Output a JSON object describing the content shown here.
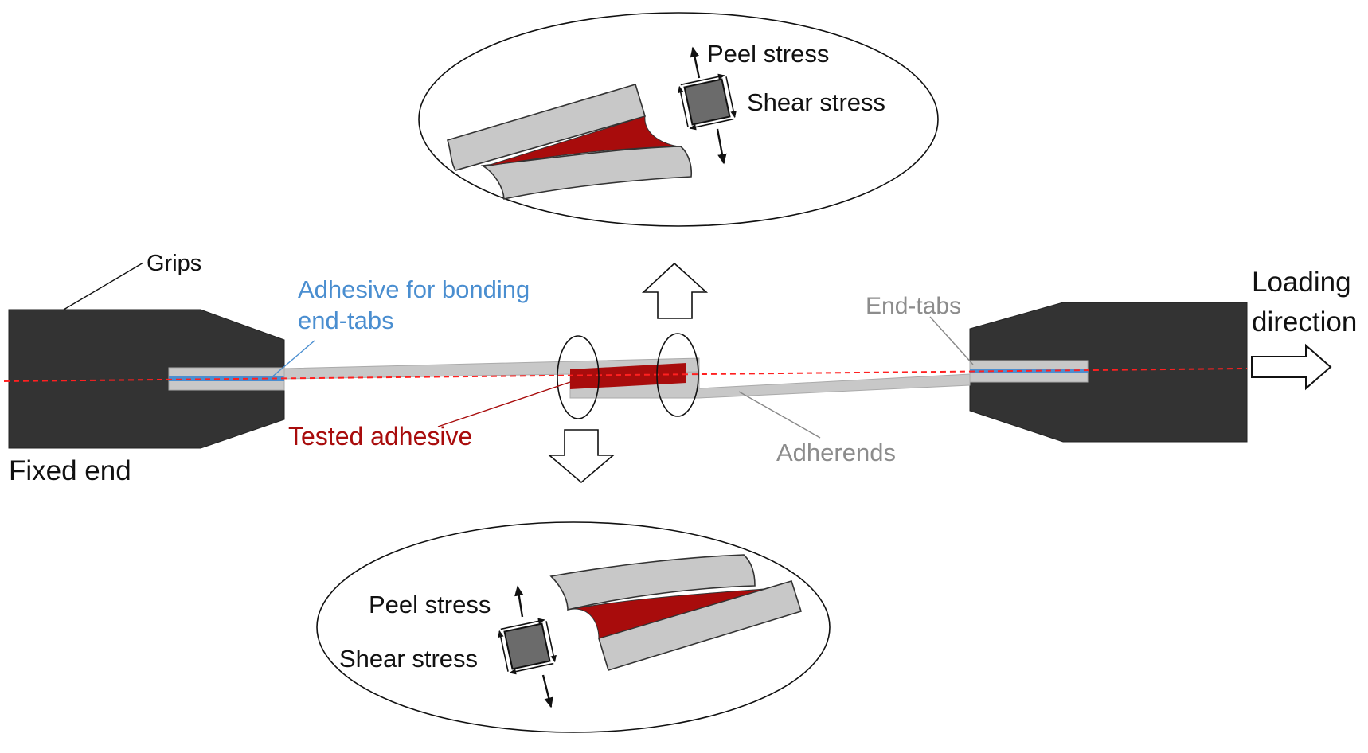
{
  "labels": {
    "grips": "Grips",
    "adhesive_end_tabs_line1": "Adhesive for bonding",
    "adhesive_end_tabs_line2": "end-tabs",
    "end_tabs": "End-tabs",
    "loading_line1": "Loading",
    "loading_line2": "direction",
    "tested_adhesive": "Tested adhesive",
    "fixed_end": "Fixed end",
    "adherends": "Adherends"
  },
  "top_detail": {
    "peel_stress": "Peel stress",
    "shear_stress": "Shear stress"
  },
  "bottom_detail": {
    "peel_stress": "Peel stress",
    "shear_stress": "Shear stress"
  },
  "colors": {
    "grip": "#333333",
    "adherend": "#c8c8c8",
    "tested_adhesive": "#a80c0c",
    "bond_adhesive": "#4a8ed0",
    "centerline": "#ff2020",
    "label_blue": "#4a8ed0",
    "label_red": "#a80c0c",
    "label_grey": "#8c8c8c",
    "stress_element": "#6b6b6b"
  }
}
